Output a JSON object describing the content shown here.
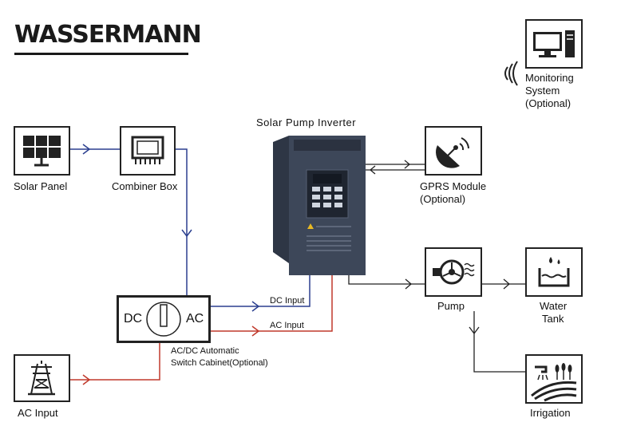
{
  "brand": {
    "logo_text": "WASSERMANN"
  },
  "diagram": {
    "inverter_title": "Solar Pump Inverter",
    "nodes": {
      "solar_panel": "Solar Panel",
      "combiner_box": "Combiner Box",
      "ac_input": "AC Input",
      "switch_cabinet_line1": "AC/DC Automatic",
      "switch_cabinet_line2": "Switch Cabinet(Optional)",
      "switch_dc": "DC",
      "switch_ac": "AC",
      "gprs_line1": "GPRS Module",
      "gprs_line2": "(Optional)",
      "monitor_line1": "Monitoring",
      "monitor_line2": "System",
      "monitor_line3": "(Optional)",
      "pump": "Pump",
      "water_tank_line1": "Water",
      "water_tank_line2": "Tank",
      "irrigation": "Irrigation"
    },
    "edges": {
      "dc_input": "DC Input",
      "ac_input_line": "AC Input"
    },
    "colors": {
      "dc_line": "#2b3f8f",
      "ac_line": "#c0392b",
      "signal_line": "#222222",
      "inverter_body": "#3d4759"
    }
  }
}
